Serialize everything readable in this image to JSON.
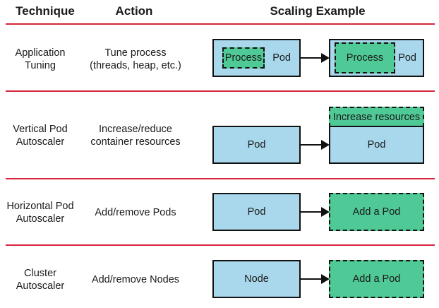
{
  "headers": {
    "technique": "Technique",
    "action": "Action",
    "scaling": "Scaling Example"
  },
  "rows": [
    {
      "technique": [
        "Application",
        "Tuning"
      ],
      "action": [
        "Tune process",
        "(threads, heap, etc.)"
      ],
      "left_outer": "Pod",
      "left_inner": "Process",
      "right_outer": "Pod",
      "right_inner": "Process"
    },
    {
      "technique": [
        "Vertical Pod",
        "Autoscaler"
      ],
      "action": [
        "Increase/reduce",
        "container resources"
      ],
      "left_box": "Pod",
      "right_box": "Pod",
      "right_top": "Increase resources"
    },
    {
      "technique": [
        "Horizontal Pod",
        "Autoscaler"
      ],
      "action": [
        "Add/remove Pods"
      ],
      "left_box": "Pod",
      "right_box": "Add a Pod"
    },
    {
      "technique": [
        "Cluster",
        "Autoscaler"
      ],
      "action": [
        "Add/remove Nodes"
      ],
      "left_box": "Node",
      "right_box": "Add a Pod"
    }
  ],
  "colors": {
    "rule": "#d6263a",
    "pod": "#a9d8ec",
    "green": "#4fc995"
  }
}
